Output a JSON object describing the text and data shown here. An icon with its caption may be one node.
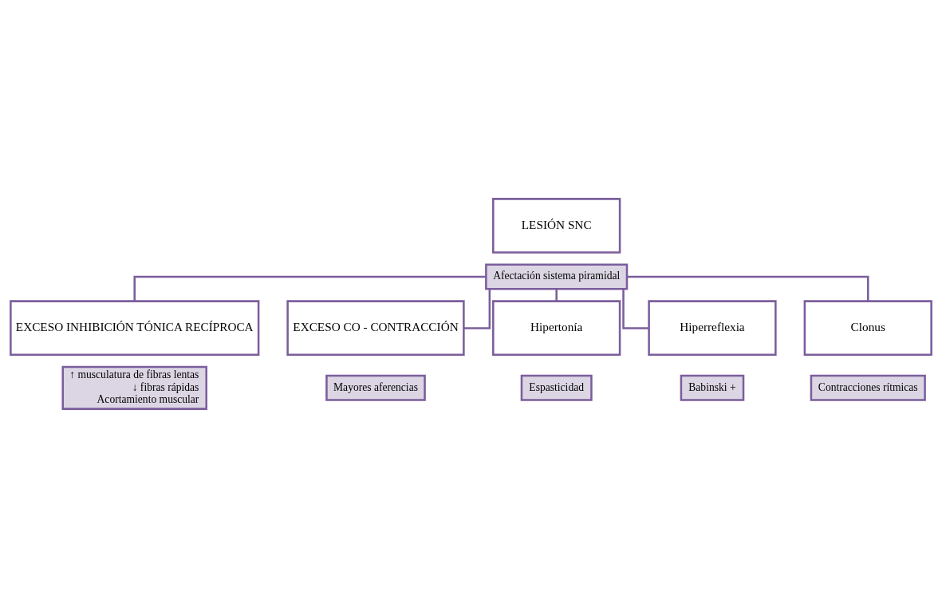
{
  "diagram": {
    "nodes": [
      {
        "text": [
          "LESIÓN SNC"
        ]
      },
      {
        "text": [
          "Afectación sistema piramidal"
        ]
      },
      {
        "text": [
          "EXCESO INHIBICIÓN TÓNICA RECÍPROCA"
        ]
      },
      {
        "text": [
          "↑ musculatura de fibras lentas",
          "↓ fibras rápidas",
          "Acortamiento muscular"
        ]
      },
      {
        "text": [
          "EXCESO CO - CONTRACCIÓN"
        ]
      },
      {
        "text": [
          "Mayores aferencias"
        ]
      },
      {
        "text": [
          "Hipertonía"
        ]
      },
      {
        "text": [
          "Espasticidad"
        ]
      },
      {
        "text": [
          "Hiperreflexia"
        ]
      },
      {
        "text": [
          "Babinski +"
        ]
      },
      {
        "text": [
          "Clonus"
        ]
      },
      {
        "text": [
          "Contracciones rítmicas"
        ]
      }
    ],
    "edges": [
      {
        "from": 1,
        "to": 2,
        "arrow": "none"
      },
      {
        "from": 1,
        "to": 4,
        "arrow": "none"
      },
      {
        "from": 1,
        "to": 6,
        "arrow": "none"
      },
      {
        "from": 1,
        "to": 8,
        "arrow": "none"
      },
      {
        "from": 1,
        "to": 10,
        "arrow": "none"
      }
    ]
  }
}
